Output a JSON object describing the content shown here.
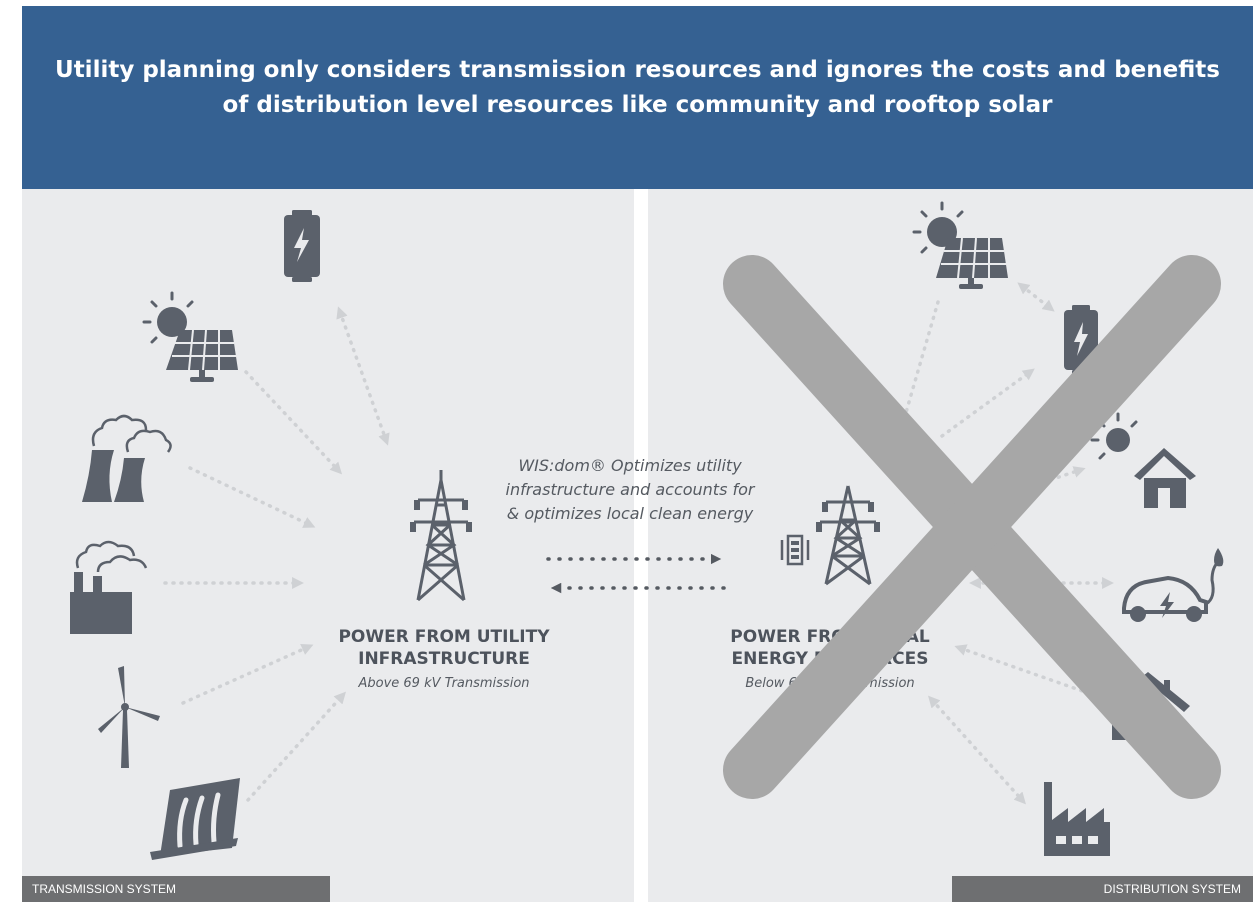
{
  "header": {
    "title": "Utility planning only considers transmission resources and ignores the costs and benefits of distribution level resources like community and rooftop solar"
  },
  "center_note": {
    "line1": "WIS:dom® Optimizes utility",
    "line2": "infrastructure and accounts for",
    "line3": "& optimizes local clean energy"
  },
  "left_node": {
    "title_line1": "POWER FROM UTILITY",
    "title_line2": "INFRASTRUCTURE",
    "subtitle": "Above 69 kV Transmission"
  },
  "right_node": {
    "title_line1": "POWER FROM LOCAL",
    "title_line2": "ENERGY RESOURCES",
    "subtitle": "Below 69 kV Transmission"
  },
  "footer": {
    "left_label": "TRANSMISSION SYSTEM",
    "right_label": "DISTRIBUTION SYSTEM"
  },
  "icons": {
    "left": [
      "battery-icon",
      "solar-panel-icon",
      "cooling-tower-icon",
      "factory-icon",
      "wind-turbine-icon",
      "hydro-dam-icon"
    ],
    "right": [
      "solar-panel-icon",
      "battery-icon",
      "solar-home-icon",
      "electric-car-icon",
      "home-icon",
      "factory-icon"
    ]
  },
  "colors": {
    "banner": "#356192",
    "panel": "#eaebed",
    "icon": "#5b616b",
    "cross": "#a7a7a7",
    "footer": "#6e6f71"
  }
}
